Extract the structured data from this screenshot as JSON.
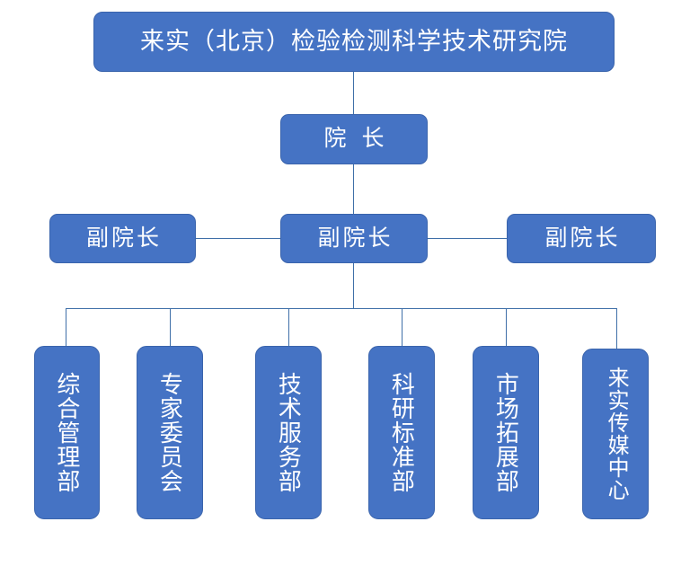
{
  "diagram": {
    "type": "organization-chart",
    "background_color": "#FFFFFF",
    "box_fill_color": "#4573C4",
    "box_border_color": "#3A64AC",
    "connector_color": "#3F6FA8",
    "text_color": "#FFFFFF",
    "root": {
      "label": "来实（北京）检验检测科学技术研究院"
    },
    "director": {
      "label": "院 长"
    },
    "vice_directors": [
      {
        "label": "副院长",
        "position": "left"
      },
      {
        "label": "副院长",
        "position": "center"
      },
      {
        "label": "副院长",
        "position": "right"
      }
    ],
    "departments": [
      {
        "label": "综合管理部"
      },
      {
        "label": "专家委员会"
      },
      {
        "label": "技术服务部"
      },
      {
        "label": "科研标准部"
      },
      {
        "label": "市场拓展部"
      },
      {
        "label": "来实传媒中心"
      }
    ]
  }
}
